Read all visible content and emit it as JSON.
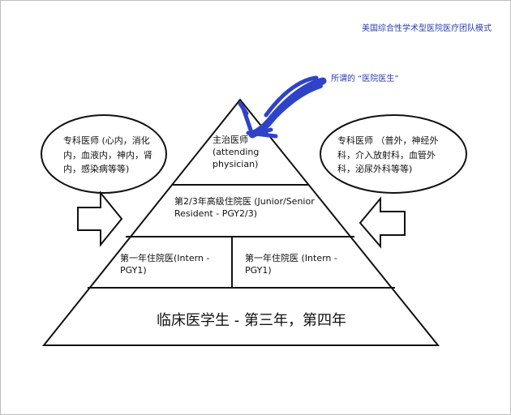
{
  "header": {
    "title": "美国综合性学术型医院医疗团队模式"
  },
  "callout": {
    "text": "所谓的 “医院医生”"
  },
  "pyramid": {
    "attending": "主治医师 (attending physician)",
    "resident": "第2/3年高级住院医 (Junior/Senior Resident - PGY2/3)",
    "intern_left": "第一年住院医(Intern - PGY1)",
    "intern_right": "第一年住院医 (Intern - PGY1)",
    "students": "临床医学生 - 第三年，第四年"
  },
  "ovals": {
    "medical": "专科医师 (心内，消化内，血液内，神内，肾内，感染病等等)",
    "surgical": "专科医师 （普外，神经外科，介入放射科，血管外科，泌尿外科等等)"
  },
  "colors": {
    "accent": "#2b3ea8",
    "scribble": "#2f43c9",
    "line": "#111111"
  }
}
